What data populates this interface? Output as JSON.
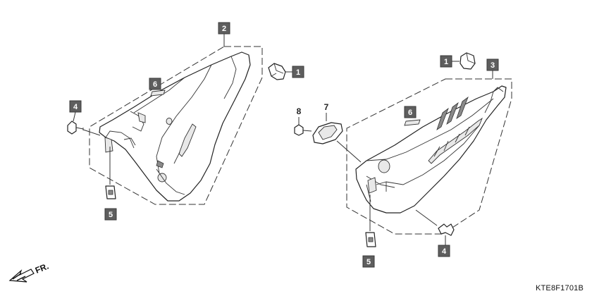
{
  "diagram": {
    "code": "KTE8F1701B",
    "direction_label": "FR.",
    "callouts": {
      "c1_left": "1",
      "c2": "2",
      "c4_left": "4",
      "c5_left": "5",
      "c6_left": "6",
      "c8": "8",
      "c7": "7",
      "c1_right": "1",
      "c3": "3",
      "c6_right": "6",
      "c4_right": "4",
      "c5_right": "5"
    }
  }
}
